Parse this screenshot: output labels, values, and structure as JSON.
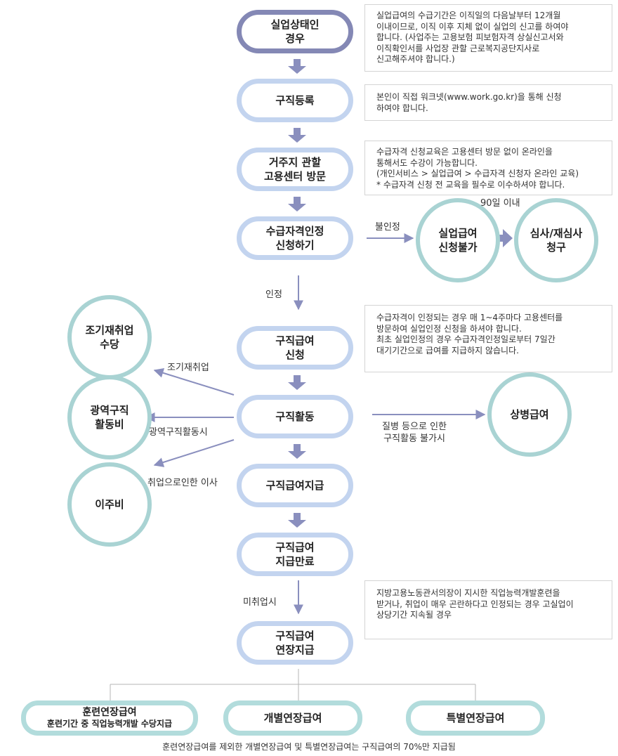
{
  "steps": {
    "s1": [
      "실업상태인",
      "경우"
    ],
    "s2": [
      "구직등록"
    ],
    "s3": [
      "거주지 관할",
      "고용센터 방문"
    ],
    "s4": [
      "수급자격인정",
      "신청하기"
    ],
    "s5": [
      "구직급여",
      "신청"
    ],
    "s6": [
      "구직활동"
    ],
    "s7": [
      "구직급여지급"
    ],
    "s8": [
      "구직급여",
      "지급만료"
    ],
    "s9": [
      "구직급여",
      "연장지급"
    ]
  },
  "circles": {
    "denied": [
      "실업급여",
      "신청불가"
    ],
    "review": [
      "심사/재심사",
      "청구"
    ],
    "early": [
      "조기재취업",
      "수당"
    ],
    "regional": [
      "광역구직",
      "활동비"
    ],
    "moving": [
      "이주비"
    ],
    "sickness": [
      "상병급여"
    ]
  },
  "bottom": {
    "training": [
      "훈련연장급여",
      "훈련기간 중 직업능력개발 수당지급"
    ],
    "individual": "개별연장급여",
    "special": "특별연장급여",
    "footnote": "훈련연장급여를 제외한 개별연장급여 및 특별연장급여는 구직급여의 70%만 지급됨"
  },
  "notes": {
    "n1": [
      "실업급여의 수급기간은 이직일의 다음날부터 12개월",
      "이내이므로, 이직 이후 지체 없이 실업의 신고를 하여야",
      "합니다. (사업주는 고용보험 피보험자격 상실신고서와",
      "이직확인서를 사업장 관할 근로복지공단지사로",
      "신고해주셔야 합니다.)"
    ],
    "n2": [
      "본인이 직접 워크넷(www.work.go.kr)을 통해 신청",
      "하여야 합니다."
    ],
    "n3": [
      "수급자격 신청교육은 고용센터 방문 없이 온라인을",
      "통해서도 수강이 가능합니다.",
      "(개인서비스 > 실업급여 > 수급자격 신청자 온라인 교육)",
      "* 수급자격 신청 전 교육을 필수로 이수하셔야 합니다."
    ],
    "n4": [
      "수급자격이 인정되는 경우 매 1~4주마다 고용센터를",
      "방문하여 실업인정 신청을 하셔야 합니다.",
      "최초 실업인정의 경우 수급자격인정일로부터 7일간",
      "대기기간으로 급여를 지급하지 않습니다."
    ],
    "n5": [
      "지방고용노동관서의장이 지시한 직업능력개발훈련을",
      "받거나, 취업이 매우 곤란하다고 인정되는 경우 고실업이",
      "상당기간 지속될 경우"
    ]
  },
  "labels": {
    "within90": "90일 이내",
    "rejected": "불인정",
    "approved": "인정",
    "earlyJob": "조기재취업",
    "regionalActivity": "광역구직활동시",
    "movingJob": "취업으로인한 이사",
    "sick": [
      "질병 등으로 인한",
      "구직활동 불가시"
    ],
    "unemployed": "미취업시"
  },
  "colors": {
    "arrow": "#8a8fbe",
    "pill_border": "#c3d4ef",
    "first_border": "#8488b5",
    "circle_border": "#a9d3d3"
  }
}
